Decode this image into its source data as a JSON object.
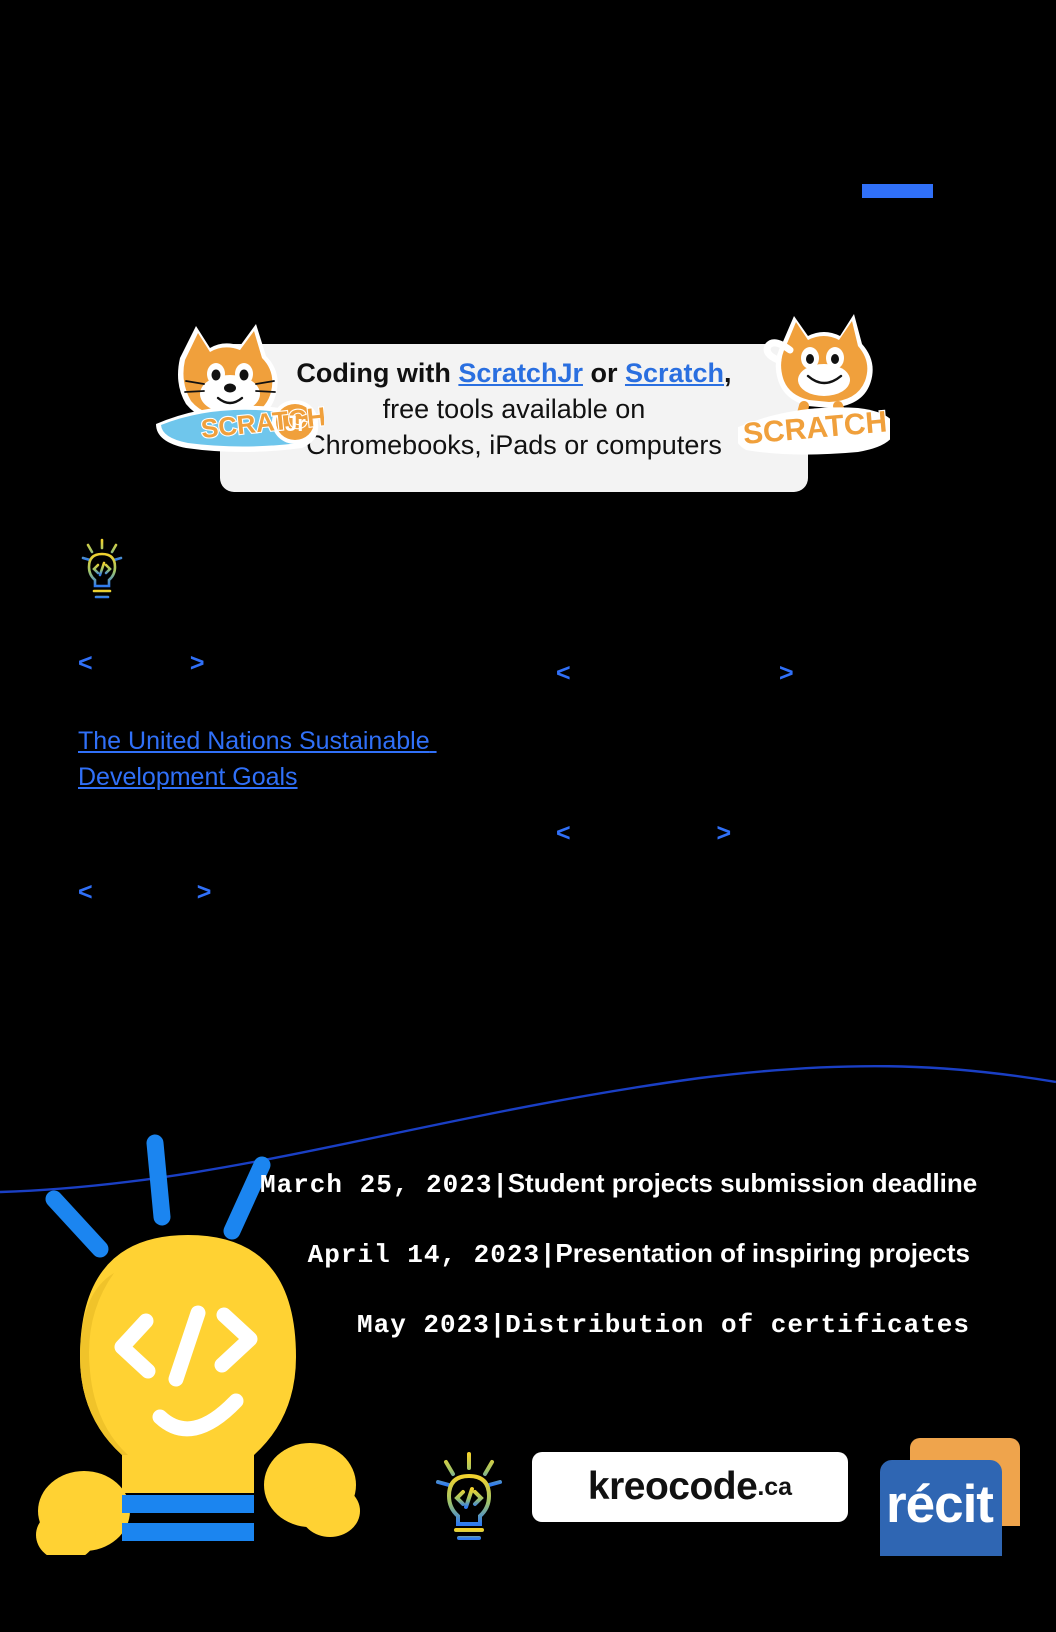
{
  "page": {
    "background_color": "#000000",
    "accent_color": "#3070f8",
    "link_color": "#2a6fe0"
  },
  "accent_bar": {
    "name": "top-accent-bar"
  },
  "card": {
    "line1_lead": "Coding with ",
    "link_scratchjr": "ScratchJr",
    "between": " or ",
    "link_scratch": "Scratch",
    "line1_tail": ",",
    "line2": "free tools available on",
    "line3": "Chromebooks, iPads or computers"
  },
  "stickers": {
    "scratchjr_label": "SCRATCH Jr",
    "scratch_label": "SCRATCH"
  },
  "icons": {
    "bulb_small": "lightbulb-code-icon",
    "bulb_footer": "lightbulb-code-icon",
    "mascot": "lightbulb-mascot"
  },
  "body": {
    "para_a": "<  >",
    "para_b": "<  >",
    "para_c_pre": "",
    "para_c_link": "The United Nations Sustainable Development Goals",
    "para_d": "<  >",
    "para_e": "<  >"
  },
  "dates": {
    "rows": [
      {
        "when": "March 25, 2023",
        "sep": "|",
        "what": "Student projects submission deadline",
        "mono_all": false
      },
      {
        "when": "April 14, 2023",
        "sep": "|",
        "what": "Presentation of inspiring projects",
        "mono_all": false
      },
      {
        "when": "May 2023",
        "sep": "|",
        "what": "Distribution of certificates",
        "mono_all": true
      }
    ]
  },
  "footer": {
    "kreocode_main": "kreocode",
    "kreocode_tld": ".ca",
    "recit_word": "récit"
  }
}
